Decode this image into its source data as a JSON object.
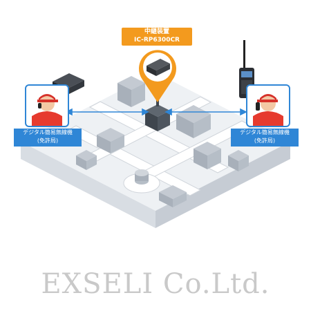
{
  "repeater": {
    "name_line1": "中継装置",
    "name_line2": "IC-RP6300CR",
    "pin_color": "#f39a1e",
    "device_icon": "repeater-device-icon"
  },
  "left_station": {
    "label_line1": "デジタル簡易無線機",
    "label_line2": "(免許局)",
    "person_icon": "operator-headset-icon",
    "device_icon": "base-station-device-icon"
  },
  "right_station": {
    "label_line1": "デジタル簡易無線機",
    "label_line2": "(免許局)",
    "person_icon": "operator-radio-icon",
    "device_icon": "handheld-transceiver-icon"
  },
  "link_color": "#2f86d6",
  "watermark": "EXSELI Co.Ltd."
}
